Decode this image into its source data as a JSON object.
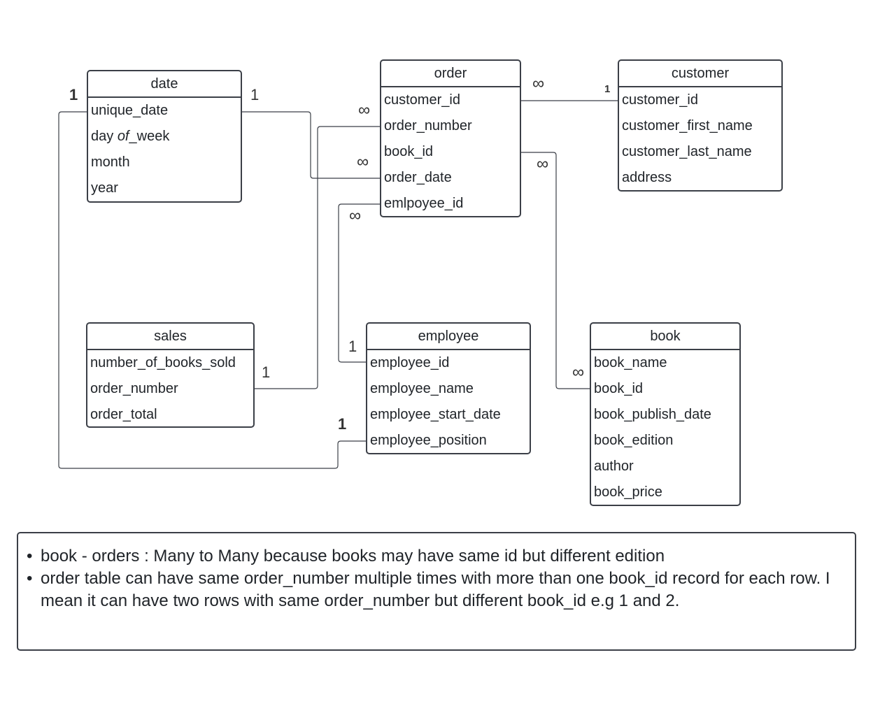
{
  "entities": {
    "date": {
      "title": "date",
      "fields": [
        "unique_date",
        "day of_week",
        "month",
        "year"
      ]
    },
    "order": {
      "title": "order",
      "fields": [
        "customer_id",
        "order_number",
        "book_id",
        "order_date",
        "emlpoyee_id"
      ]
    },
    "customer": {
      "title": "customer",
      "fields": [
        "customer_id",
        "customer_first_name",
        "customer_last_name",
        "address"
      ]
    },
    "sales": {
      "title": "sales",
      "fields": [
        "number_of_books_sold",
        "order_number",
        "order_total"
      ]
    },
    "employee": {
      "title": "employee",
      "fields": [
        "employee_id",
        "employee_name",
        "employee_start_date",
        "employee_position"
      ]
    },
    "book": {
      "title": "book",
      "fields": [
        "book_name",
        "book_id",
        "book_publish_date",
        "book_edition",
        "author",
        "book_price"
      ]
    }
  },
  "relationships": [
    {
      "from": "date.unique_date",
      "to": "order.order_date",
      "from_card": "1",
      "to_card": "∞"
    },
    {
      "from": "date.unique_date",
      "to": "employee.employee_position",
      "from_card": "1",
      "to_card": "1"
    },
    {
      "from": "order.customer_id",
      "to": "customer.customer_id",
      "from_card": "∞",
      "to_card": "1"
    },
    {
      "from": "order.order_number",
      "to": "sales.order_number",
      "from_card": "∞",
      "to_card": "1"
    },
    {
      "from": "order.emlpoyee_id",
      "to": "employee.employee_id",
      "from_card": "∞",
      "to_card": "1"
    },
    {
      "from": "order.book_id",
      "to": "book.book_id",
      "from_card": "∞",
      "to_card": "∞"
    }
  ],
  "notes": [
    "book - orders : Many to Many because books may have same id but different edition",
    "order table can have same order_number multiple times with more than one book_id record for each row. I mean it can have two rows with same order_number but different book_id e.g 1 and 2."
  ]
}
